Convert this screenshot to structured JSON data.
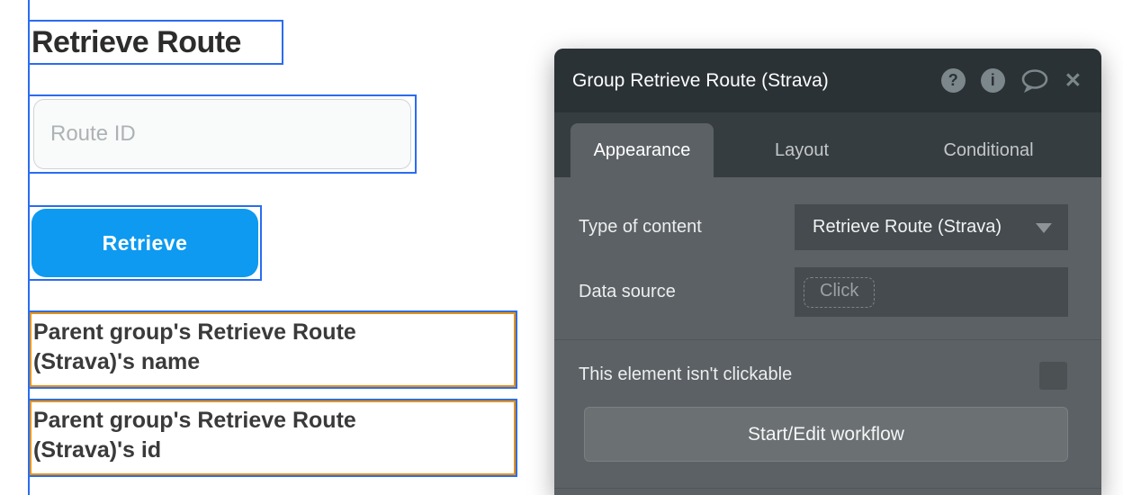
{
  "canvas": {
    "heading": "Retrieve Route",
    "route_input_placeholder": "Route ID",
    "retrieve_button_label": "Retrieve",
    "text_element_name": "Parent group's Retrieve Route (Strava)'s name",
    "text_element_id": "Parent group's Retrieve Route (Strava)'s id",
    "colors": {
      "selection_blue": "#2b6cf1",
      "text_border_orange": "#e8930e",
      "button_blue": "#0d9af0"
    }
  },
  "panel": {
    "title": "Group Retrieve Route (Strava)",
    "header_icons": {
      "help": "?",
      "info": "i",
      "close": "✕"
    },
    "tabs": [
      {
        "label": "Appearance",
        "active": true
      },
      {
        "label": "Layout",
        "active": false
      },
      {
        "label": "Conditional",
        "active": false
      }
    ],
    "type_of_content": {
      "label": "Type of content",
      "value": "Retrieve Route (Strava)"
    },
    "data_source": {
      "label": "Data source",
      "placeholder": "Click"
    },
    "clickable_row": {
      "label": "This element isn't clickable",
      "checked": false
    },
    "workflow_button_label": "Start/Edit workflow",
    "colors": {
      "header_bg": "#2b3236",
      "tabbar_bg": "#363d40",
      "body_bg": "#5c6165",
      "field_bg": "#454b4e"
    }
  }
}
